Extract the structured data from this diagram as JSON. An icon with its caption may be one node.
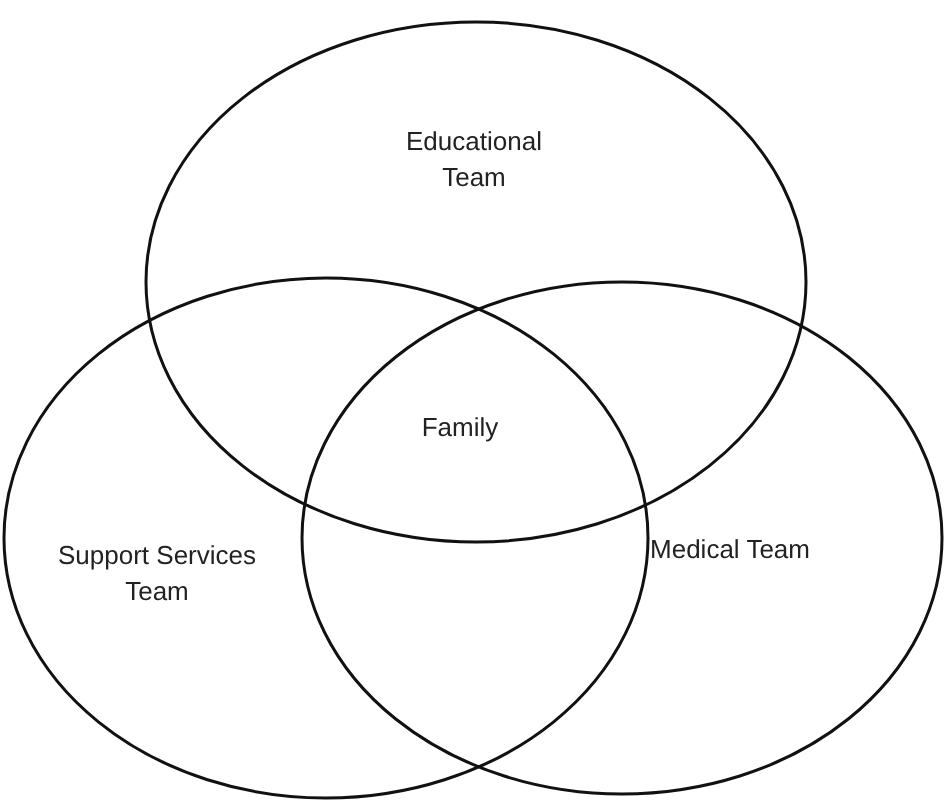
{
  "diagram": {
    "nodes": [
      {
        "text": [
          "Educational Team"
        ]
      },
      {
        "text": [
          "Support Services Team"
        ]
      },
      {
        "text": [
          "Medical Team"
        ]
      }
    ],
    "edges": [],
    "labels": [
      "Family"
    ]
  }
}
